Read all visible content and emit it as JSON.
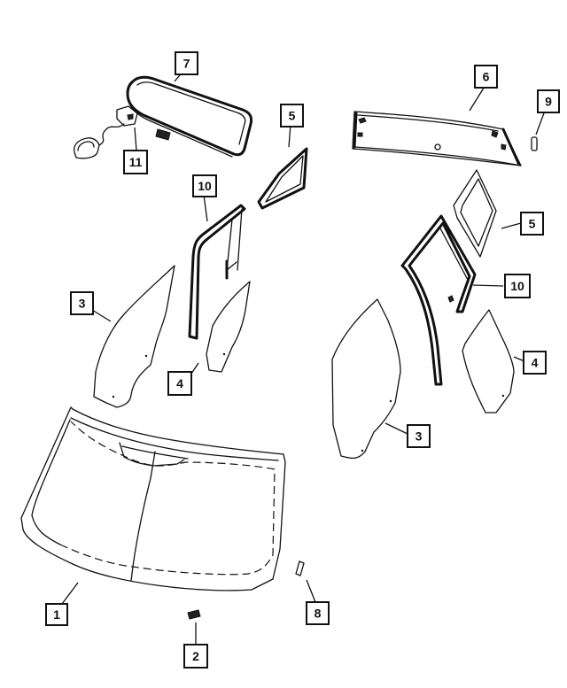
{
  "diagram": {
    "title": "",
    "parts": [
      {
        "id": "windshield",
        "callout": "1"
      },
      {
        "id": "windshield-clip",
        "callout": "2"
      },
      {
        "id": "front-door-glass-left",
        "callout": "3"
      },
      {
        "id": "front-door-glass-right",
        "callout": "3"
      },
      {
        "id": "rear-door-glass-left",
        "callout": "4"
      },
      {
        "id": "rear-door-glass-right",
        "callout": "4"
      },
      {
        "id": "quarter-glass-left",
        "callout": "5"
      },
      {
        "id": "quarter-glass-right",
        "callout": "5"
      },
      {
        "id": "back-glass",
        "callout": "6"
      },
      {
        "id": "rearview-mirror",
        "callout": "7"
      },
      {
        "id": "windshield-spacer",
        "callout": "8"
      },
      {
        "id": "back-glass-spacer",
        "callout": "9"
      },
      {
        "id": "door-run-channel-left",
        "callout": "10"
      },
      {
        "id": "door-run-channel-right",
        "callout": "10"
      },
      {
        "id": "mirror-bracket-cover",
        "callout": "11"
      }
    ],
    "callouts": {
      "c1": "1",
      "c2": "2",
      "c3a": "3",
      "c3b": "3",
      "c4a": "4",
      "c4b": "4",
      "c5a": "5",
      "c5b": "5",
      "c6": "6",
      "c7": "7",
      "c8": "8",
      "c9": "9",
      "c10a": "10",
      "c10b": "10",
      "c11": "11"
    }
  }
}
